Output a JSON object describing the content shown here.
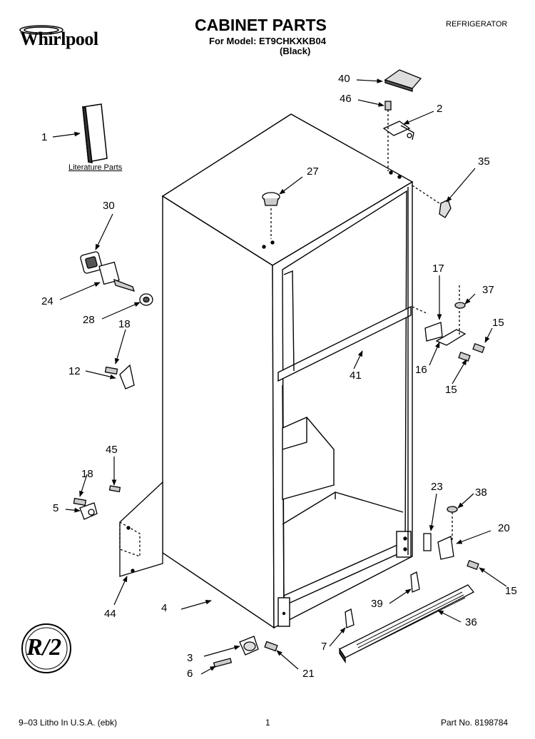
{
  "header": {
    "brand": "Whirlpool",
    "title": "CABINET PARTS",
    "model_line": "For Model: ET9CHKXKB04",
    "color_line": "(Black)",
    "category": "REFRIGERATOR"
  },
  "labels": {
    "literature": "Literature Parts",
    "logo_mark": "R/2"
  },
  "callouts": {
    "p1": "1",
    "p2": "2",
    "p3": "3",
    "p4": "4",
    "p5": "5",
    "p6": "6",
    "p7": "7",
    "p12": "12",
    "p15a": "15",
    "p15b": "15",
    "p15c": "15",
    "p16": "16",
    "p17": "17",
    "p18a": "18",
    "p18b": "18",
    "p20": "20",
    "p21": "21",
    "p23": "23",
    "p24": "24",
    "p27": "27",
    "p28": "28",
    "p30": "30",
    "p35": "35",
    "p36": "36",
    "p37": "37",
    "p38": "38",
    "p39": "39",
    "p40": "40",
    "p41": "41",
    "p44": "44",
    "p45": "45",
    "p46": "46"
  },
  "footer": {
    "left": "9–03 Litho In U.S.A. (ebk)",
    "page": "1",
    "part_no": "Part No. 8198784"
  }
}
